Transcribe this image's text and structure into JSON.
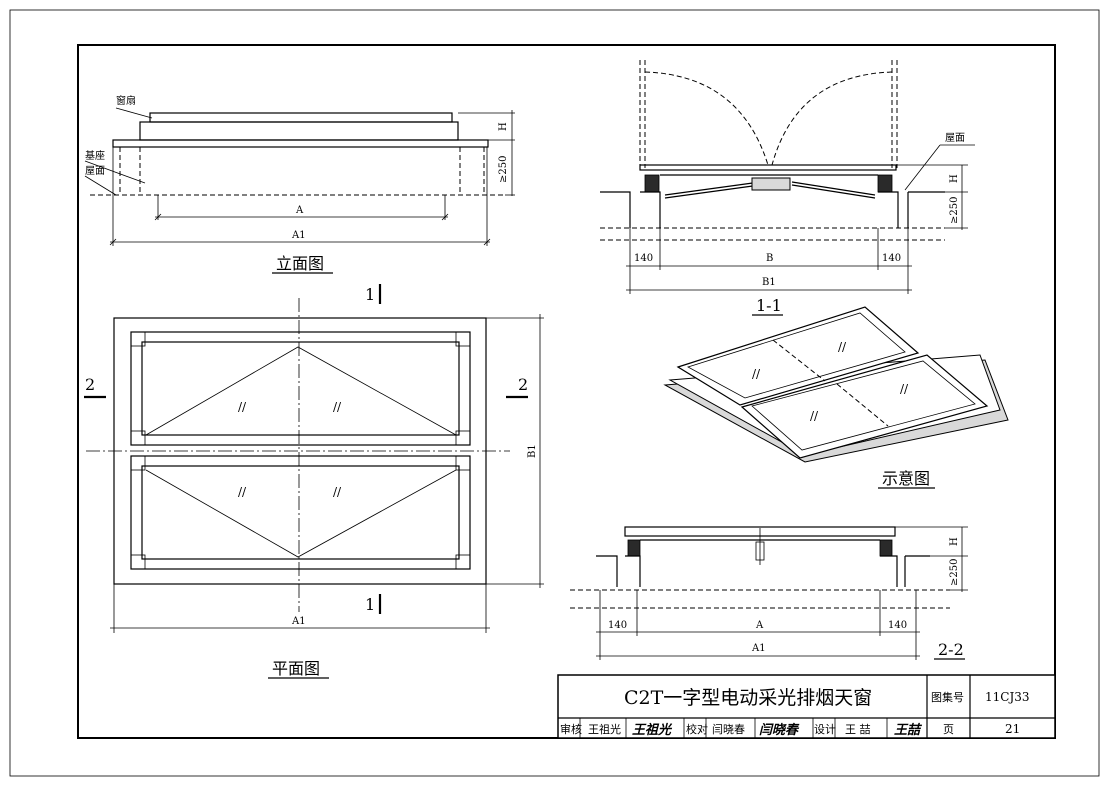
{
  "elevation_view": {
    "label_sash": "窗扇",
    "label_base": "基座",
    "label_roof": "屋面",
    "dim_A": "A",
    "dim_A1": "A1",
    "dim_H": "H",
    "dim_base": "≥250",
    "caption": "立面图"
  },
  "section_1": {
    "label_roof": "屋面",
    "dim_140_left": "140",
    "dim_B": "B",
    "dim_140_right": "140",
    "dim_B1": "B1",
    "dim_H": "H",
    "dim_base": "≥250",
    "caption": "1-1"
  },
  "plan_view": {
    "cut_1_top": "1",
    "cut_1_bottom": "1",
    "cut_2_left": "2",
    "cut_2_right": "2",
    "dim_B1": "B1",
    "dim_A1": "A1",
    "caption": "平面图",
    "glass_mark": "//"
  },
  "iso_view": {
    "caption": "示意图",
    "glass_mark": "//"
  },
  "section_2": {
    "dim_140_left": "140",
    "dim_A": "A",
    "dim_140_right": "140",
    "dim_A1": "A1",
    "dim_H": "H",
    "dim_base": "≥250",
    "caption": "2-2"
  },
  "title_block": {
    "drawing_title": "C2T一字型电动采光排烟天窗",
    "atlas_label": "图集号",
    "atlas_no": "11CJ33",
    "review_label": "审核",
    "reviewer": "王祖光",
    "check_label": "校对",
    "checker": "闫晓春",
    "design_label": "设计",
    "designer": "王 喆",
    "page_label": "页",
    "page_no": "21"
  }
}
